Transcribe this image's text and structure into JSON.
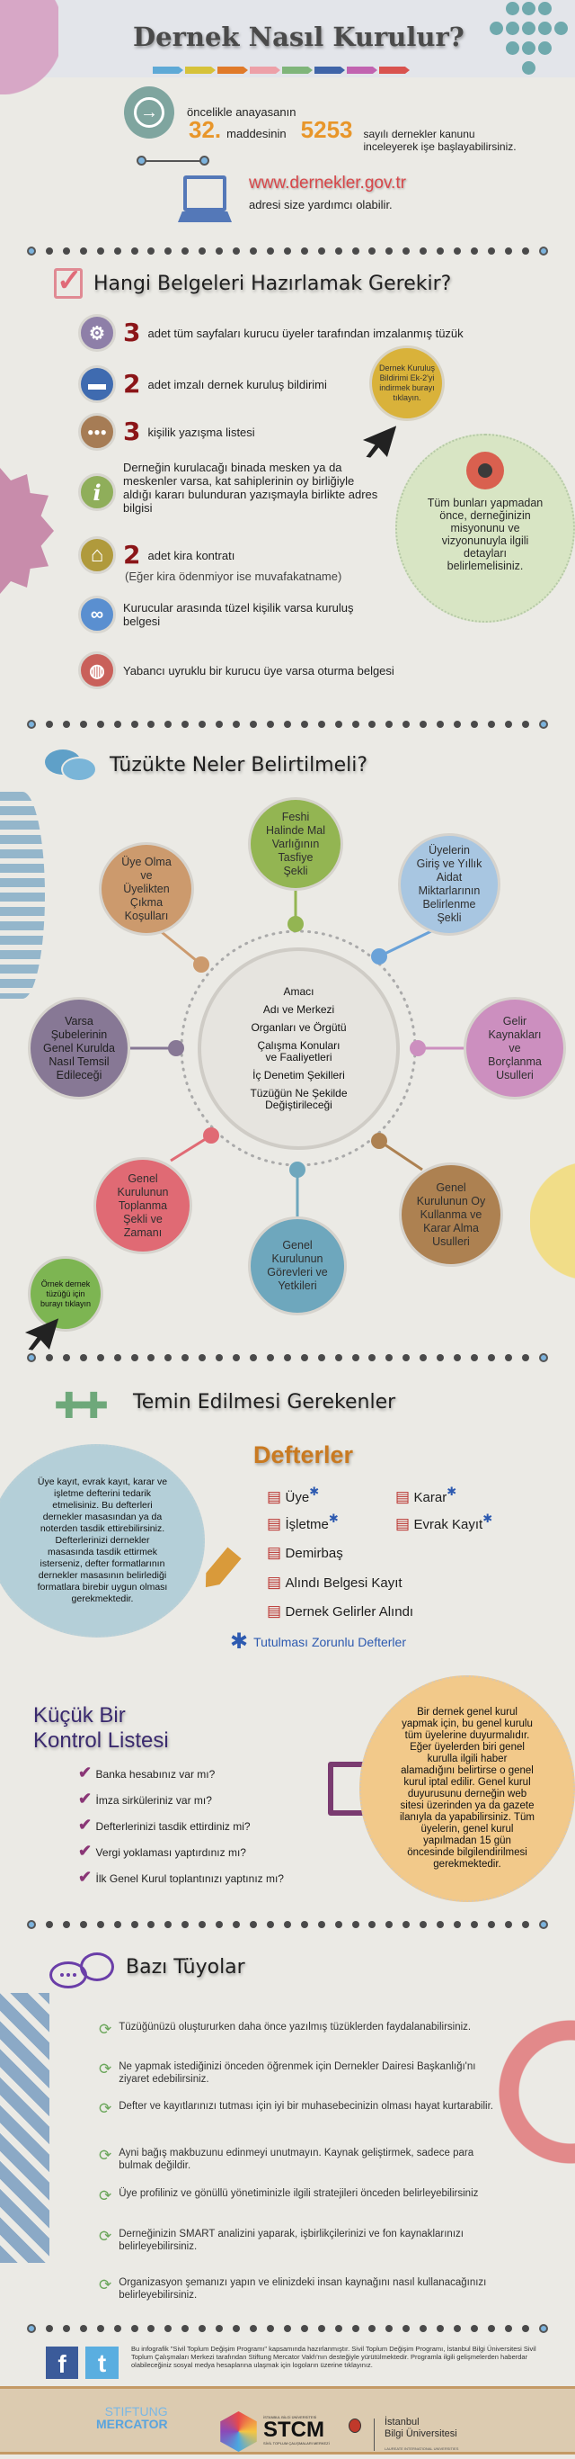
{
  "header": {
    "title": "Dernek Nasıl Kurulur?"
  },
  "intro": {
    "line1": "öncelikle anayasanın",
    "article": "32.",
    "article_suffix": "maddesinin",
    "law_no": "5253",
    "law_text_1": "sayılı dernekler kanunu",
    "law_text_2": "inceleyerek işe başlayabilirsiniz.",
    "url": "www.dernekler.gov.tr",
    "url_text": "adresi size yardımcı olabilir."
  },
  "documents": {
    "title": "Hangi Belgeleri Hazırlamak Gerekir?",
    "items": [
      {
        "count": "3",
        "text": "adet tüm sayfaları kurucu üyeler tarafından imzalanmış tüzük",
        "icon": "gears-icon"
      },
      {
        "count": "2",
        "text": "adet imzalı dernek kuruluş bildirimi",
        "icon": "briefcase-icon"
      },
      {
        "count": "3",
        "text": "kişilik yazışma listesi",
        "icon": "group-icon"
      },
      {
        "text": "Derneğin kurulacağı binada mesken ya da meskenler varsa, kat sahiplerinin oy birliğiyle aldığı kararı bulunduran yazışmayla birlikte adres bilgisi",
        "icon": "info-icon"
      },
      {
        "count": "2",
        "text": "adet kira kontratı",
        "sub": "(Eğer kira ödenmiyor ise muvafakatname)",
        "icon": "house-icon"
      },
      {
        "text": "Kurucular arasında tüzel kişilik varsa kuruluş belgesi",
        "icon": "link-icon"
      },
      {
        "text": "Yabancı uyruklu bir kurucu üye varsa oturma belgesi",
        "icon": "globe-icon"
      }
    ],
    "download_bubble": "Dernek Kuruluş\nBildirimi Ek-2'yi\nindirmek burayı\ntıklayın.",
    "note": "Tüm bunları yapmadan\nönce, derneğinizin\nmisyonunu ve\nvizyonunuyla ilgili\ndetayları\nbelirlemelisiniz."
  },
  "statute": {
    "title": "Tüzükte Neler Belirtilmeli?",
    "center": [
      "Amacı",
      "Adı ve Merkezi",
      "Organları ve Örgütü",
      "Çalışma Konuları\nve Faaliyetleri",
      "İç Denetim Şekilleri",
      "Tüzüğün Ne Şekilde\nDeğiştirileceği"
    ],
    "bubbles": {
      "dissolution": "Feshi\nHalinde Mal\nVarlığının\nTasfiye\nŞekli",
      "membership": "Üye Olma\nve\nÜyelikten\nÇıkma\nKoşulları",
      "dues": "Üyelerin\nGiriş ve Yıllık\nAidat\nMiktarlarının\nBelirlenme\nŞekli",
      "branches": "Varsa\nŞubelerinin\nGenel Kurulda\nNasıl Temsil\nEdileceği",
      "income": "Gelir\nKaynakları\nve\nBorçlanma\nUsulleri",
      "meeting": "Genel\nKurulunun\nToplanma\nŞekli ve\nZamanı",
      "duties": "Genel\nKurulunun\nGörevleri ve\nYetkileri",
      "voting": "Genel\nKurulunun Oy\nKullanma ve\nKarar Alma\nUsulleri"
    },
    "sample_bubble": "Örnek dernek\ntüzüğü için\nburayı tıklayın"
  },
  "supplies": {
    "title": "Temin Edilmesi Gerekenler",
    "books_title": "Defterler",
    "books": [
      {
        "label": "Üye",
        "required": true
      },
      {
        "label": "Karar",
        "required": true
      },
      {
        "label": "İşletme",
        "required": true
      },
      {
        "label": "Evrak Kayıt",
        "required": true
      },
      {
        "label": "Demirbaş",
        "required": false
      },
      {
        "label": "Alındı Belgesi Kayıt",
        "required": false
      },
      {
        "label": "Dernek Gelirler Alındı",
        "required": false
      }
    ],
    "required_legend": "Tutulması Zorunlu Defterler",
    "info": "Üye kayıt, evrak kayıt, karar ve\nişletme defterini tedarik\netmelisiniz. Bu defterleri\ndernekler masasından ya da\nnoterden tasdik ettirebilirsiniz.\nDefterlerinizi dernekler\nmasasında tasdik ettirmek\nisterseniz, defter formatlarının\ndernekler masasının belirlediği\nformatlara birebir uygun olması\ngerekmektedir."
  },
  "checklist": {
    "title_1": "Küçük Bir",
    "title_2": "Kontrol Listesi",
    "items": [
      "Banka hesabınız var mı?",
      "İmza sirküleriniz var mı?",
      "Defterlerinizi tasdik ettirdiniz mi?",
      "Vergi yoklaması yaptırdınız mı?",
      "İlk Genel Kurul toplantınızı yaptınız mı?"
    ],
    "note": "Bir dernek genel kurul\nyapmak için, bu genel kurulu\ntüm üyelerine duyurmalıdır.\nEğer üyelerden biri genel\nkurulla ilgili haber\nalamadığını belirtirse o genel\nkurul iptal edilir. Genel kurul\nduyurusunu derneğin web\nsitesi üzerinden ya da gazete\nilanıyla da yapabilirsiniz. Tüm\nüyelerin, genel kurul\nyapılmadan 15 gün\nöncesinde bilgilendirilmesi\ngerekmektedir."
  },
  "tips": {
    "title": "Bazı Tüyolar",
    "items": [
      "Tüzüğünüzü oluştururken daha önce yazılmış tüzüklerden faydalanabilirsiniz.",
      "Ne yapmak istediğinizi önceden öğrenmek için Dernekler Dairesi Başkanlığı'nı ziyaret edebilirsiniz.",
      "Defter ve kayıtlarınızı tutması için iyi bir muhasebecinizin olması hayat kurtarabilir.",
      "Ayni bağış makbuzunu edinmeyi unutmayın. Kaynak geliştirmek, sadece para bulmak değildir.",
      "Üye profiliniz ve gönüllü yönetiminizle ilgili stratejileri önceden belirleyebilirsiniz",
      "Derneğinizin SMART analizini yaparak, işbirlikçilerinizi ve fon kaynaklarınızı belirleyebilirsiniz.",
      "Organizasyon şemanızı yapın ve elinizdeki insan kaynağını nasıl kullanacağınızı belirleyebilirsiniz."
    ]
  },
  "footer": {
    "text": "Bu infografik \"Sivil Toplum Değişim Programı\" kapsamında hazırlanmıştır. Sivil Toplum Değişim Programı, İstanbul Bilgi Üniversitesi Sivil Toplum Çalışmaları Merkezi tarafından Stiftung Mercator Vakfı'nın desteğiyle yürütülmektedir. Programla ilgili gelişmelerden haberdar olabileceğiniz sosyal medya hesaplarına ulaşmak için logoların üzerine tıklayınız.",
    "facebook": "f",
    "twitter": "t",
    "logos": {
      "mercator_1": "STIFTUNG",
      "mercator_2": "MERCATOR",
      "stcm_top": "İSTANBUL BİLGİ ÜNİVERSİTESİ",
      "stcm": "STCM",
      "stcm_bottom": "SİVİL TOPLUM ÇALIŞMALARI MERKEZİ",
      "bilgi_1": "İstanbul",
      "bilgi_2": "Bilgi Üniversitesi",
      "bilgi_3": "LAUREATE INTERNATIONAL UNIVERSITIES"
    }
  },
  "colors": {
    "accent_orange": "#e8962a",
    "number_red": "#8b1518",
    "url_red": "#d8474a",
    "link_blue": "#2d5ab0",
    "purple": "#3a2a6e"
  }
}
